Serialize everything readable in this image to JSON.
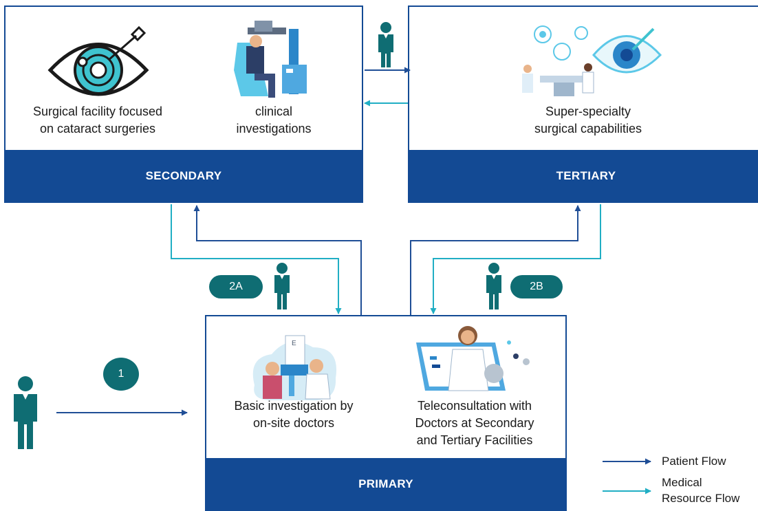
{
  "secondary": {
    "label": "SECONDARY",
    "caption_left": [
      "Surgical facility focused",
      "on cataract surgeries"
    ],
    "caption_right": [
      "clinical",
      "investigations"
    ]
  },
  "tertiary": {
    "label": "TERTIARY",
    "caption": [
      "Super-specialty",
      "surgical capabilities"
    ]
  },
  "primary": {
    "label": "PRIMARY",
    "caption_left": [
      "Basic investigation by",
      "on-site doctors"
    ],
    "caption_right": [
      "Teleconsultation with",
      "Doctors at Secondary",
      "and Tertiary Facilities"
    ]
  },
  "badges": {
    "b1": "1",
    "b2a": "2A",
    "b2b": "2B"
  },
  "legend": {
    "patient_flow": "Patient Flow",
    "resource_flow": [
      "Medical",
      "Resource Flow"
    ]
  },
  "colors": {
    "patient_flow": "#1f4e96",
    "resource_flow": "#20aec4",
    "band": "#134a94",
    "person": "#0f6d73"
  },
  "icons": [
    "eye-surgery-icon",
    "clinic-chair-icon",
    "operating-room-icon",
    "eye-exam-icon",
    "telehealth-icon",
    "person-icon"
  ]
}
